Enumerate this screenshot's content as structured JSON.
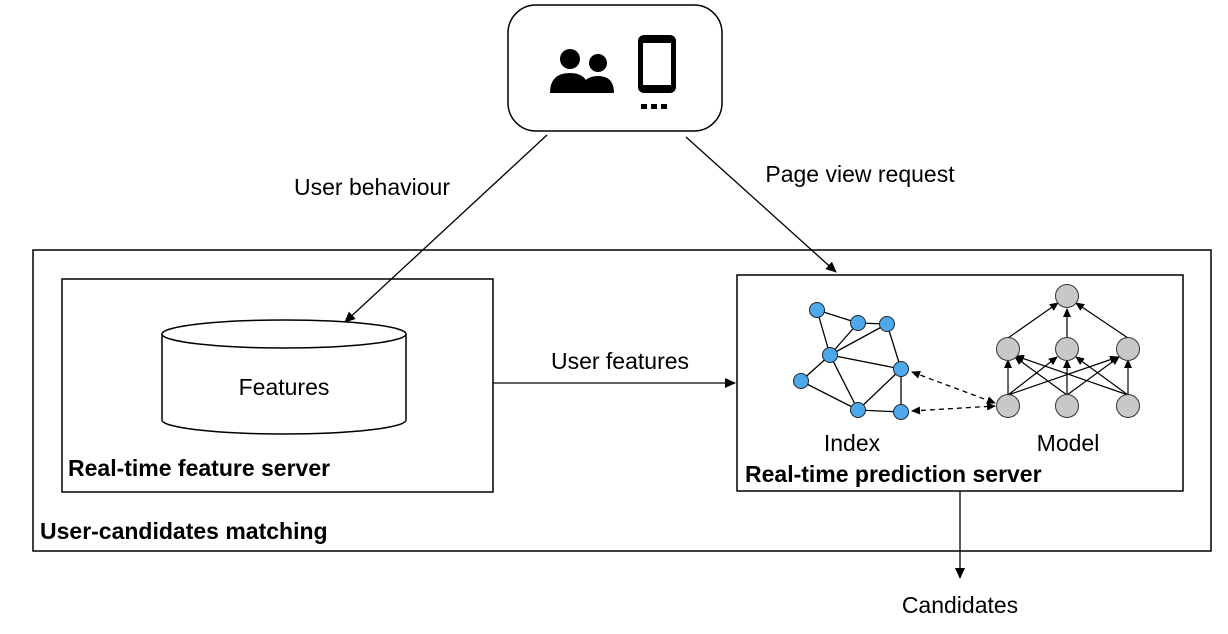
{
  "client": {
    "users_icon": "users-icon",
    "device_icon": "mobile-phone-icon"
  },
  "edges": {
    "user_behaviour": "User behaviour",
    "page_view_request": "Page view request",
    "user_features": "User features",
    "candidates": "Candidates"
  },
  "outer_box": {
    "title": "User-candidates matching"
  },
  "feature_server": {
    "title": "Real-time feature server",
    "store_label": "Features"
  },
  "prediction_server": {
    "title": "Real-time prediction server",
    "index_label": "Index",
    "model_label": "Model"
  },
  "colors": {
    "index_node": "#4ea8ec",
    "model_node": "#c8c8c8",
    "stroke": "#000000"
  }
}
